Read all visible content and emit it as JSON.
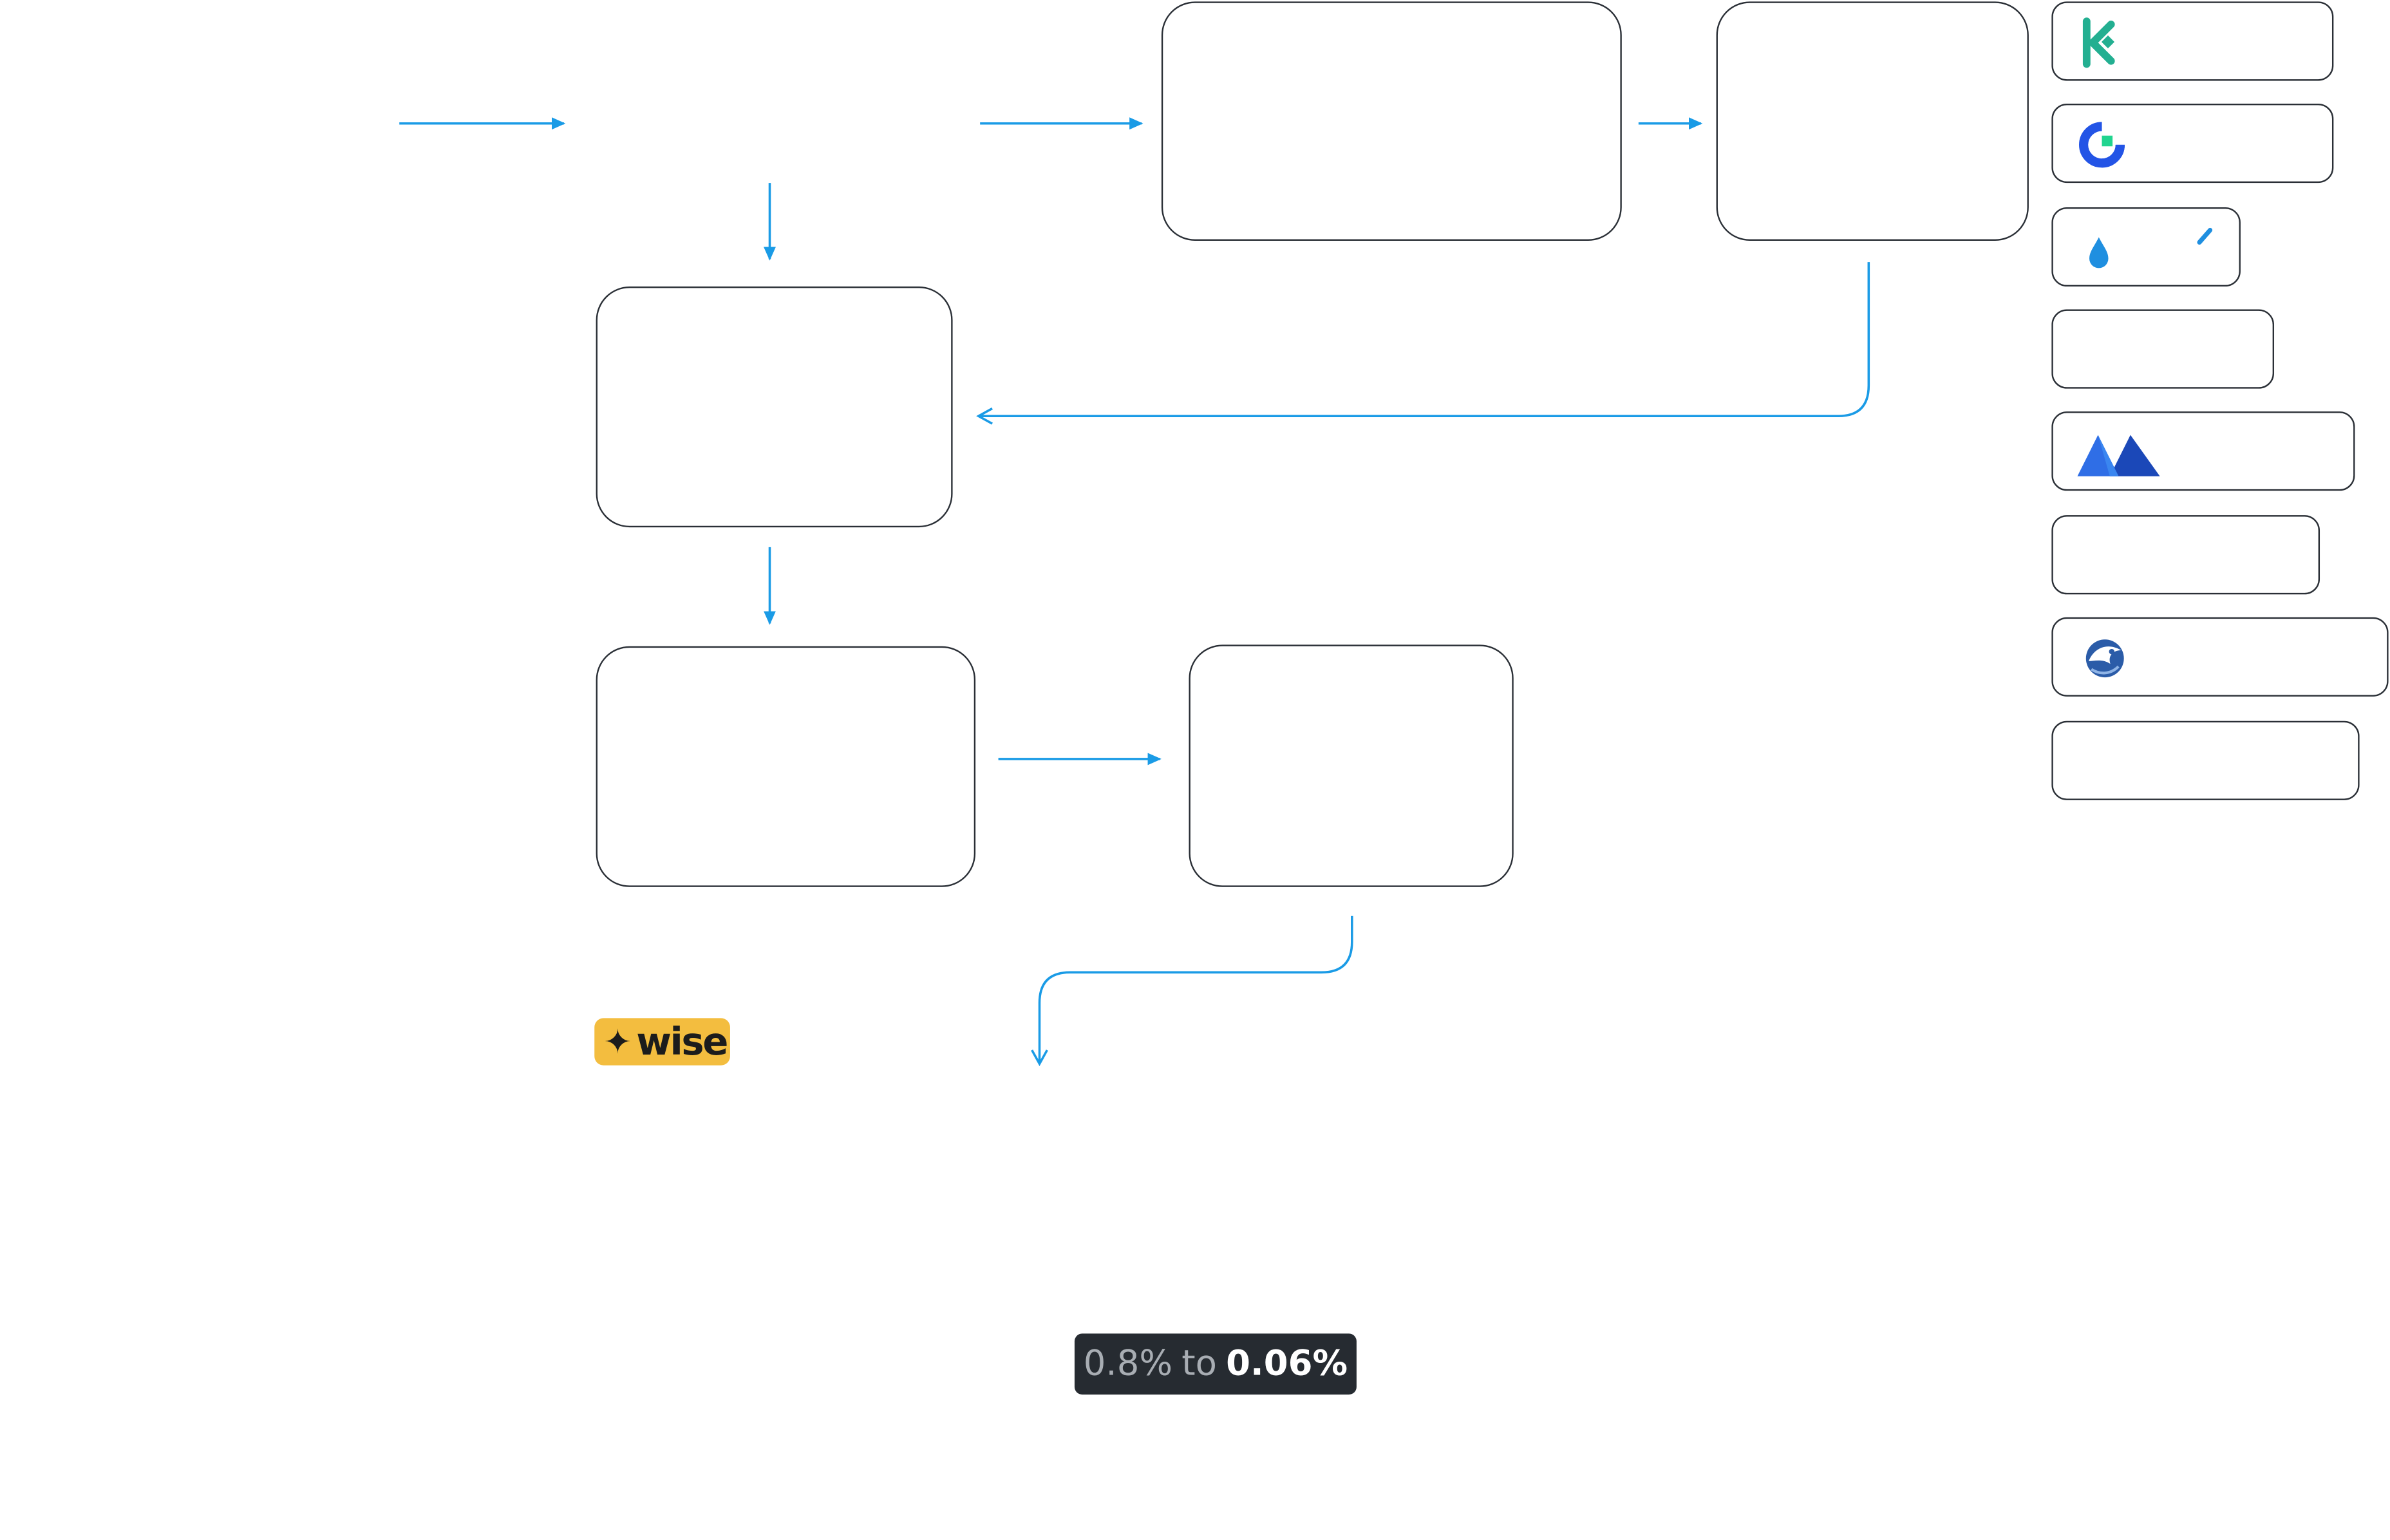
{
  "logos": [
    {
      "icon": "kucoin-icon",
      "color": "#23af91"
    },
    {
      "icon": "gate-icon",
      "color": "#2354e6"
    },
    {
      "icon": "drop-icon",
      "color": "#1f8fe0"
    },
    {
      "icon": "",
      "color": ""
    },
    {
      "icon": "m-mountain-icon",
      "color": "#1a5ad7"
    },
    {
      "icon": "",
      "color": ""
    },
    {
      "icon": "kraken-squid-icon",
      "color": "#2b5ca8"
    },
    {
      "icon": "",
      "color": ""
    }
  ],
  "wise_badge": {
    "mark": "✦",
    "word": "wise"
  },
  "fee_pill": {
    "from": "0.8%",
    "to": "to",
    "target": "0.06%"
  },
  "colors": {
    "arrow": "#1a9be6",
    "border": "#2a2f36",
    "wise_yellow": "#f3bd3f",
    "pill_bg": "#262b31"
  }
}
